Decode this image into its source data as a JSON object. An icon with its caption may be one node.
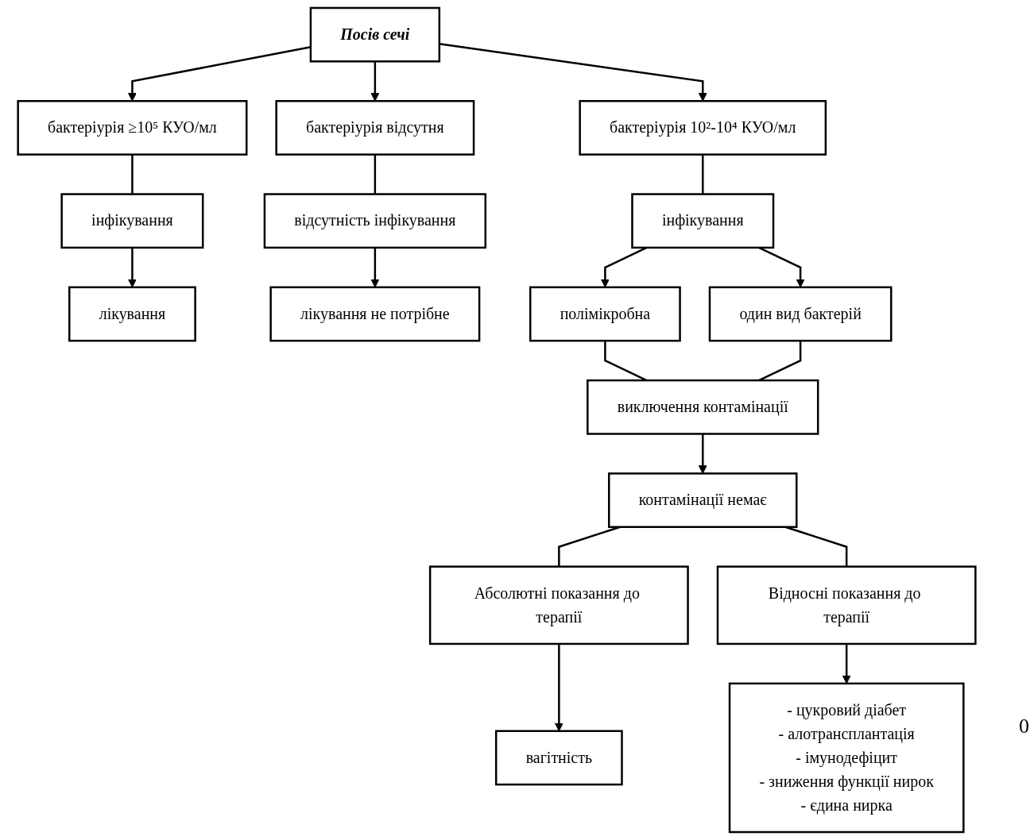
{
  "diagram": {
    "nodes": [
      {
        "text": [
          "Посів сечі"
        ]
      },
      {
        "text": [
          "бактеріурія ≥10⁵ КУО/мл"
        ]
      },
      {
        "text": [
          "бактеріурія відсутня"
        ]
      },
      {
        "text": [
          "бактеріурія 10²-10⁴ КУО/мл"
        ]
      },
      {
        "text": [
          "інфікування"
        ]
      },
      {
        "text": [
          "лікування"
        ]
      },
      {
        "text": [
          "відсутність інфікування"
        ]
      },
      {
        "text": [
          "лікування не потрібне"
        ]
      },
      {
        "text": [
          "інфікування"
        ]
      },
      {
        "text": [
          "полімікробна"
        ]
      },
      {
        "text": [
          "один вид бактерій"
        ]
      },
      {
        "text": [
          "виключення контамінації"
        ]
      },
      {
        "text": [
          "контамінації немає"
        ]
      },
      {
        "text": [
          "Абсолютні показання до терапії"
        ]
      },
      {
        "text": [
          "Відносні показання до терапії"
        ]
      },
      {
        "text": [
          "вагітність"
        ]
      },
      {
        "text": [
          "- цукровий діабет",
          "- алотрансплантація",
          "- імунодефіцит",
          "- зниження функції нирок",
          "- єдина нирка"
        ]
      }
    ],
    "edges": [
      {
        "from": 0,
        "to": 1,
        "arrow": "to"
      },
      {
        "from": 0,
        "to": 2,
        "arrow": "to"
      },
      {
        "from": 0,
        "to": 3,
        "arrow": "to"
      },
      {
        "from": 1,
        "to": 4,
        "arrow": "none"
      },
      {
        "from": 4,
        "to": 5,
        "arrow": "to"
      },
      {
        "from": 2,
        "to": 6,
        "arrow": "none"
      },
      {
        "from": 6,
        "to": 7,
        "arrow": "to"
      },
      {
        "from": 3,
        "to": 8,
        "arrow": "none"
      },
      {
        "from": 8,
        "to": 9,
        "arrow": "to"
      },
      {
        "from": 8,
        "to": 10,
        "arrow": "to"
      },
      {
        "from": 9,
        "to": 11,
        "arrow": "none"
      },
      {
        "from": 10,
        "to": 11,
        "arrow": "none"
      },
      {
        "from": 11,
        "to": 12,
        "arrow": "to"
      },
      {
        "from": 12,
        "to": 13,
        "arrow": "none"
      },
      {
        "from": 12,
        "to": 14,
        "arrow": "none"
      },
      {
        "from": 13,
        "to": 15,
        "arrow": "to"
      },
      {
        "from": 14,
        "to": 16,
        "arrow": "to"
      }
    ],
    "labels": [
      "0"
    ]
  }
}
